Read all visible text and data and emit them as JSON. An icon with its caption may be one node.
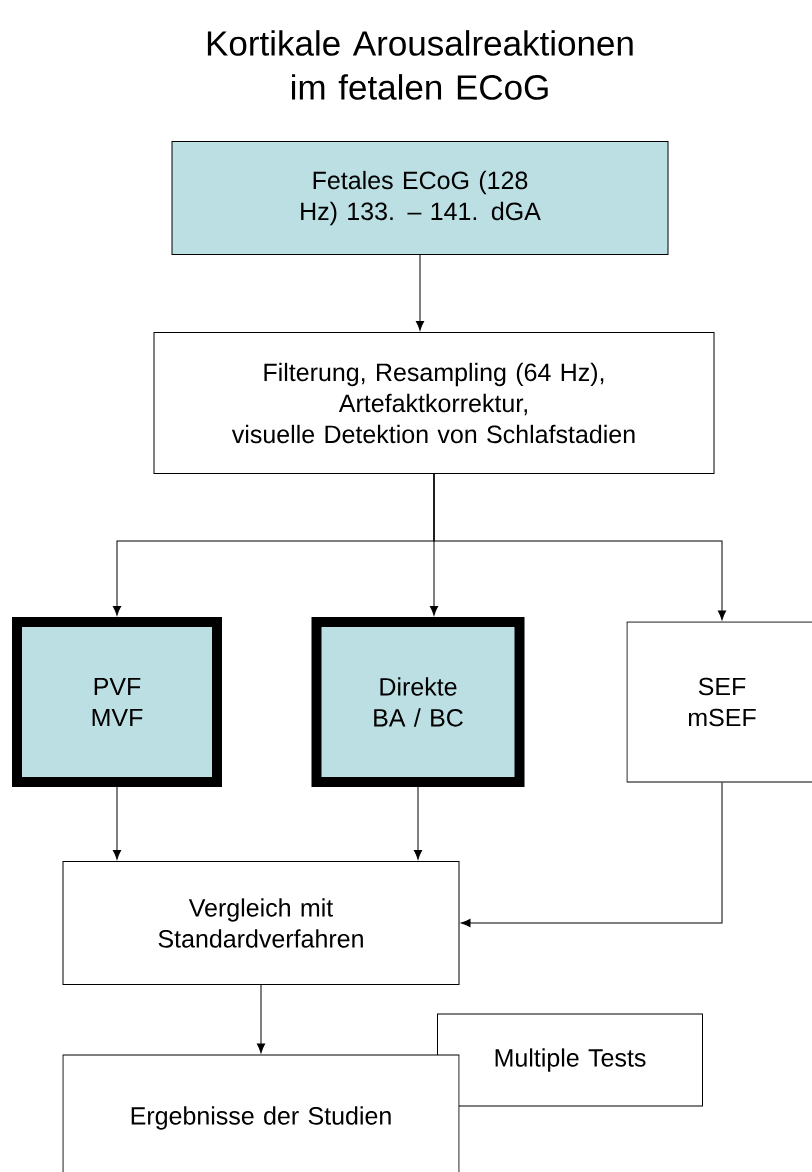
{
  "diagram": {
    "title": "Kortikale Arousalreaktionen im fetalen ECoG",
    "nodes": [
      {
        "text": [
          "Fetales ECoG (128 Hz) 133. – 141. dGA"
        ]
      },
      {
        "text": [
          "Filterung, Resampling (64 Hz),",
          "Artefaktkorrektur,",
          "visuelle Detektion von Schlafstadien"
        ]
      },
      {
        "text": [
          "PVF MVF"
        ]
      },
      {
        "text": [
          "Direkte BA / BC"
        ]
      },
      {
        "text": [
          "SEF mSEF"
        ]
      },
      {
        "text": [
          "Vergleich mit Standardverfahren"
        ]
      },
      {
        "text": [
          "Multiple Tests"
        ]
      },
      {
        "text": [
          "Ergebnisse der Studien"
        ]
      }
    ],
    "edges": [
      {
        "from": 0,
        "to": 1,
        "arrow": "to"
      },
      {
        "from": 1,
        "to": 2,
        "arrow": "to"
      },
      {
        "from": 1,
        "to": 3,
        "arrow": "to"
      },
      {
        "from": 1,
        "to": 4,
        "arrow": "to"
      },
      {
        "from": 2,
        "to": 5,
        "arrow": "to"
      },
      {
        "from": 3,
        "to": 5,
        "arrow": "to"
      },
      {
        "from": 4,
        "to": 5,
        "arrow": "to"
      },
      {
        "from": 5,
        "to": 7,
        "arrow": "to"
      }
    ]
  }
}
